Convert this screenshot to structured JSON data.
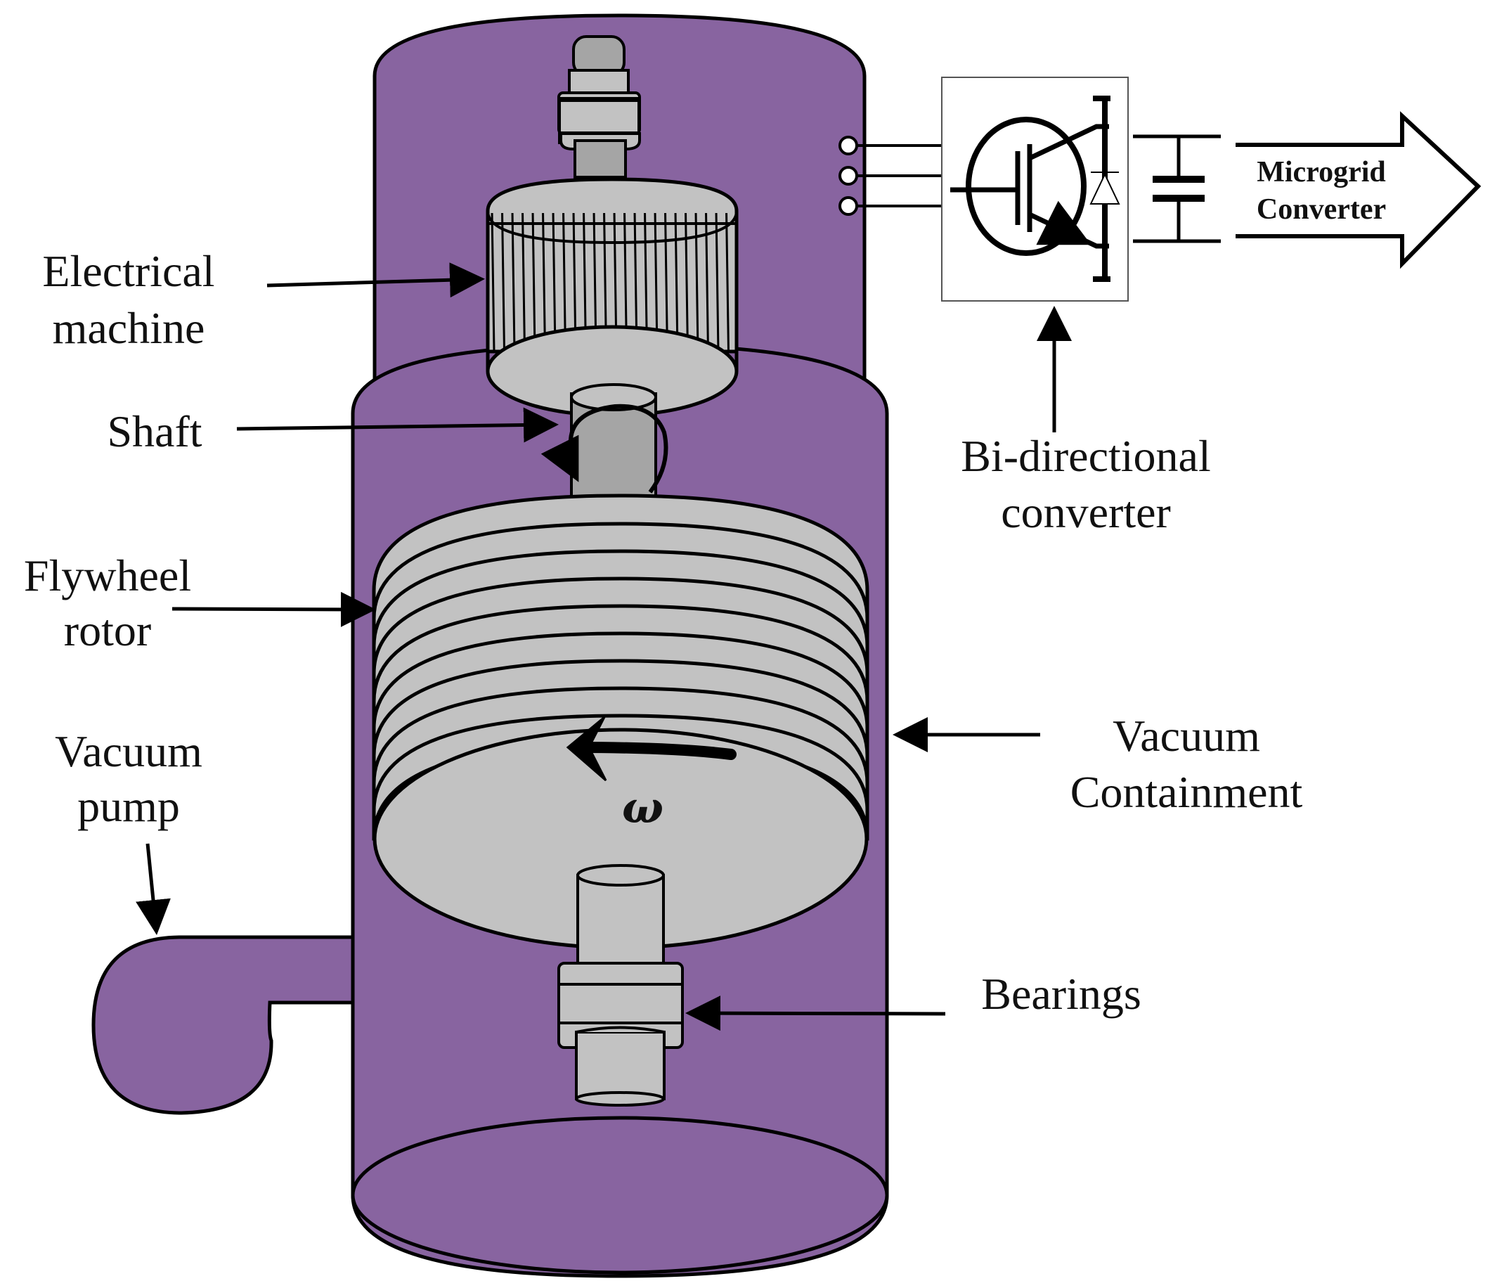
{
  "colors": {
    "housing": "#8864a0",
    "component": "#c2c2c2",
    "component_dark": "#a5a5a5",
    "outline": "#000000",
    "background": "#ffffff"
  },
  "labels": {
    "electrical_machine": [
      "Electrical",
      "machine"
    ],
    "shaft": "Shaft",
    "flywheel_rotor": [
      "Flywheel",
      "rotor"
    ],
    "vacuum_pump": [
      "Vacuum",
      "pump"
    ],
    "bi_directional_converter": [
      "Bi-directional",
      "converter"
    ],
    "vacuum_containment": [
      "Vacuum",
      "Containment"
    ],
    "bearings": "Bearings",
    "microgrid_converter": [
      "Microgrid",
      "Converter"
    ],
    "omega": "ω"
  },
  "icons": {
    "converter": "igbt-transistor-icon",
    "capacitor": "capacitor-icon",
    "output": "block-arrow-right-icon"
  }
}
